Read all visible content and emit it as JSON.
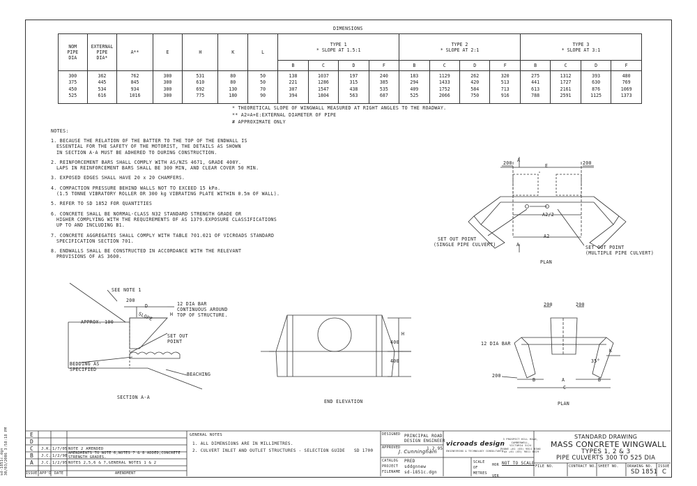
{
  "dimensions": {
    "title": "DIMENSIONS",
    "headers": {
      "nom_pipe_dia": [
        "NOM",
        "PIPE",
        "DIA"
      ],
      "ext_pipe_dia": [
        "EXTERNAL",
        "PIPE",
        "DIA*"
      ],
      "a": "A**",
      "e": "E",
      "h": "H",
      "k": "K",
      "l": "L",
      "type1": [
        "TYPE 1",
        "* SLOPE AT 1.5:1"
      ],
      "type2": [
        "TYPE 2",
        "* SLOPE AT 2:1"
      ],
      "type3": [
        "TYPE 3",
        "* SLOPE AT 3:1"
      ],
      "sub": [
        "B",
        "C",
        "D",
        "F"
      ]
    },
    "columns": {
      "nom": "300\n375\n450\n525",
      "ext": "362\n445\n534\n616",
      "a": "762\n845\n934\n1016",
      "e": "300\n300\n300\n300",
      "h": "531\n610\n692\n775",
      "k": "80\n80\n130\n180",
      "l": "50\n50\n70\n90",
      "t1b": "138\n221\n307\n394",
      "t1c": "1037\n1286\n1547\n1804",
      "t1d": "197\n315\n438\n563",
      "t1f": "240\n385\n535\n687",
      "t2b": "183\n294\n409\n525",
      "t2c": "1129\n1433\n1752\n2066",
      "t2d": "262\n420\n584\n750",
      "t2f": "320\n513\n713\n916",
      "t3b": "275\n441\n613\n788",
      "t3c": "1312\n1727\n2161\n2591",
      "t3d": "393\n630\n876\n1125",
      "t3f": "480\n769\n1069\n1373"
    },
    "footnotes": [
      "* THEORETICAL SLOPE OF WINGWALL MEASURED AT RIGHT ANGLES TO THE ROADWAY.",
      "** A2=A+E:EXTERNAL DIAMETER OF PIPE",
      "# APPROXIMATE ONLY"
    ]
  },
  "notes": {
    "heading": "NOTES:",
    "items": [
      [
        "1. BECAUSE THE RELATION OF THE BATTER TO THE TOP OF THE ENDWALL IS",
        "ESSENTIAL FOR THE SAFETY OF THE MOTORIST, THE DETAILS AS SHOWN",
        "IN SECTION A-A MUST BE ADHERED TO DURING CONSTRUCTION."
      ],
      [
        "2. REINFORCEMENT BARS SHALL COMPLY WITH AS/NZS 4671, GRADE 400Y.",
        "LAPS IN REINFORCEMENT BARS SHALL BE 300 MIN, AND CLEAR COVER 50 MIN."
      ],
      [
        "3. EXPOSED EDGES SHALL HAVE 20 x 20 CHAMFERS."
      ],
      [
        "4. COMPACTION PRESSURE BEHIND WALLS NOT TO EXCEED 15 kPa.",
        "(1.5 TONNE VIBRATORY ROLLER OR 300 kg VIBRATING PLATE WITHIN 0.5m OF WALL)."
      ],
      [
        "5. REFER TO SD 1852 FOR QUANTITIES"
      ],
      [
        "6. CONCRETE SHALL BE NORMAL-CLASS N32 STANDARD STRENGTH GRADE OR",
        "HIGHER COMPLYING WITH THE REQUIREMENTS OF AS 1379.EXPOSURE CLASSIFICATIONS",
        "UP TO AND INCLUDING B1."
      ],
      [
        "7. CONCRETE AGGREGATES SHALL COMPLY WITH TABLE 701.021 OF VICROADS STANDARD",
        "SPECIFICATION SECTION 701."
      ],
      [
        "8. ENDWALLS SHALL BE CONSTRUCTED IN ACCORDANCE WITH THE RELEVANT",
        "PROVISIONS OF AS 3600."
      ]
    ]
  },
  "plan_top": {
    "title": "PLAN",
    "labels": {
      "d200a": "200",
      "d200b": "200",
      "a": "A",
      "e": "E",
      "a2_2": "A2/2",
      "a2": "A2",
      "a_bottom": "A",
      "set_out_single": [
        "SET OUT POINT",
        "(SINGLE PIPE CULVERT)"
      ],
      "set_out_multi": [
        "SET OUT POINT",
        "(MULTIPLE PIPE CULVERT)"
      ]
    }
  },
  "section": {
    "title": "SECTION A-A",
    "labels": {
      "see_note": "SEE NOTE 1",
      "d200": "200",
      "d": "D",
      "h": "H",
      "approx": "APPROX. 100",
      "slope": "SLOPE",
      "bar": [
        "12 DIA BAR",
        "CONTINUOUS AROUND",
        "TOP OF STRUCTURE."
      ],
      "setout": [
        "SET OUT",
        "POINT"
      ],
      "bedding": [
        "BEDDING AS",
        "SPECIFIED"
      ],
      "beaching": "BEACHING"
    }
  },
  "elevation": {
    "title": "END ELEVATION",
    "labels": {
      "h": "H",
      "d400a": "400",
      "d400b": "400"
    }
  },
  "plan_bottom": {
    "title": "PLAN",
    "labels": {
      "d200a": "200",
      "d200b": "200",
      "bar": "12 DIA BAR",
      "d200c": "200",
      "k": "K",
      "angle": "35°",
      "b1": "B",
      "a": "A",
      "b2": "B",
      "c": "C"
    }
  },
  "title_block": {
    "side_text": [
      "sd-1851c.dgn",
      "30/03/2006 3:58:18 PM"
    ],
    "revisions": [
      {
        "letter": "E",
        "by": "",
        "date": "",
        "text": ""
      },
      {
        "letter": "D",
        "by": "",
        "date": "",
        "text": ""
      },
      {
        "letter": "C",
        "by": "J.K.",
        "date": "1/7/05",
        "text": "NOTE 2 AMENDED"
      },
      {
        "letter": "B",
        "by": "J.C.",
        "date": "1/2/98",
        "text": "AMENDMENTS TO NOTE 6,NOTES 7 & 8 ADDED,CONCRETE STRENGTH GRADES."
      },
      {
        "letter": "A",
        "by": "J.C.",
        "date": "1/2/95",
        "text": "NOTES 2,5,6 & 7,GENERAL NOTES 1 & 2"
      }
    ],
    "rev_headers": [
      "ISSUE",
      "APP'D",
      "DATE",
      "AMENDMENT"
    ],
    "general_notes": {
      "heading": "GENERAL NOTES",
      "items": [
        "1. ALL DIMENSIONS ARE IN MILLIMETRES.",
        "2. CULVERT INLET AND OUTLET STRUCTURES - SELECTION GUIDE"
      ],
      "ref": "SD 1700"
    },
    "designed_label": "DESIGNED",
    "designed_by": [
      "PRINCIPAL ROAD",
      "DESIGN ENGINEER"
    ],
    "approved_label": "APPROVED",
    "approved_date": "1.2.95",
    "signature": "J. Cunningham",
    "catalog_label": "CATALOG",
    "catalog": "PRED",
    "project_label": "PROJECT",
    "project": "sddgnnew",
    "filename_label": "FILENAME",
    "filename": "sd-1851c.dgn",
    "logo": "vicroads design",
    "logo_sub": "ENGINEERING & TECHNOLOGY CONSULTANTS",
    "address": [
      "3 PROSPECT HILL ROAD,",
      "CAMBERWELL,",
      "VICTORIA 3124",
      "PHONE +61 (03) 9811 8300",
      "FAX +61 (03) 9811 8329"
    ],
    "scale_label": [
      "SCALE",
      "OF",
      "METRES"
    ],
    "scale_hv": [
      "HOR",
      "VER"
    ],
    "scale": "NOT TO SCALE",
    "title_heading": "STANDARD DRAWING",
    "title_main": "MASS CONCRETE WINGWALL",
    "title_sub1": "TYPES 1, 2 & 3",
    "title_sub2": "PIPE CULVERTS 300 TO 525 DIA",
    "footer_labels": [
      "FILE NO.",
      "CONTRACT NO.",
      "SHEET NO.",
      "DRAWING NO.",
      "ISSUE"
    ],
    "drawing_no": "SD 1851",
    "issue": "C"
  }
}
